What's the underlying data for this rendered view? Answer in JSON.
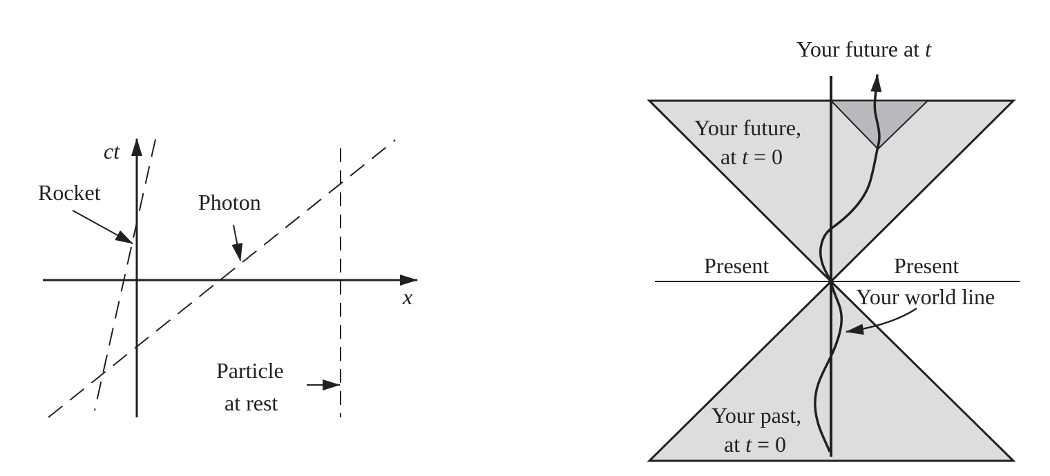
{
  "left_diagram": {
    "axis_ct": "ct",
    "axis_x": "x",
    "rocket_label": "Rocket",
    "photon_label": "Photon",
    "particle_label_line1": "Particle",
    "particle_label_line2": "at rest"
  },
  "right_diagram": {
    "future_at_t_prefix": "Your future at ",
    "future_at_t_var": "t",
    "future_line1": "Your future,",
    "future_line2_prefix": "at ",
    "future_line2_var": "t",
    "future_line2_suffix": " = 0",
    "present_left": "Present",
    "present_right": "Present",
    "world_line": "Your world line",
    "past_line1": "Your past,",
    "past_line2_prefix": "at ",
    "past_line2_var": "t",
    "past_line2_suffix": " = 0"
  },
  "colors": {
    "ink": "#231f20",
    "cone_fill": "#dcdddf",
    "future_t_fill": "#b9babd"
  }
}
